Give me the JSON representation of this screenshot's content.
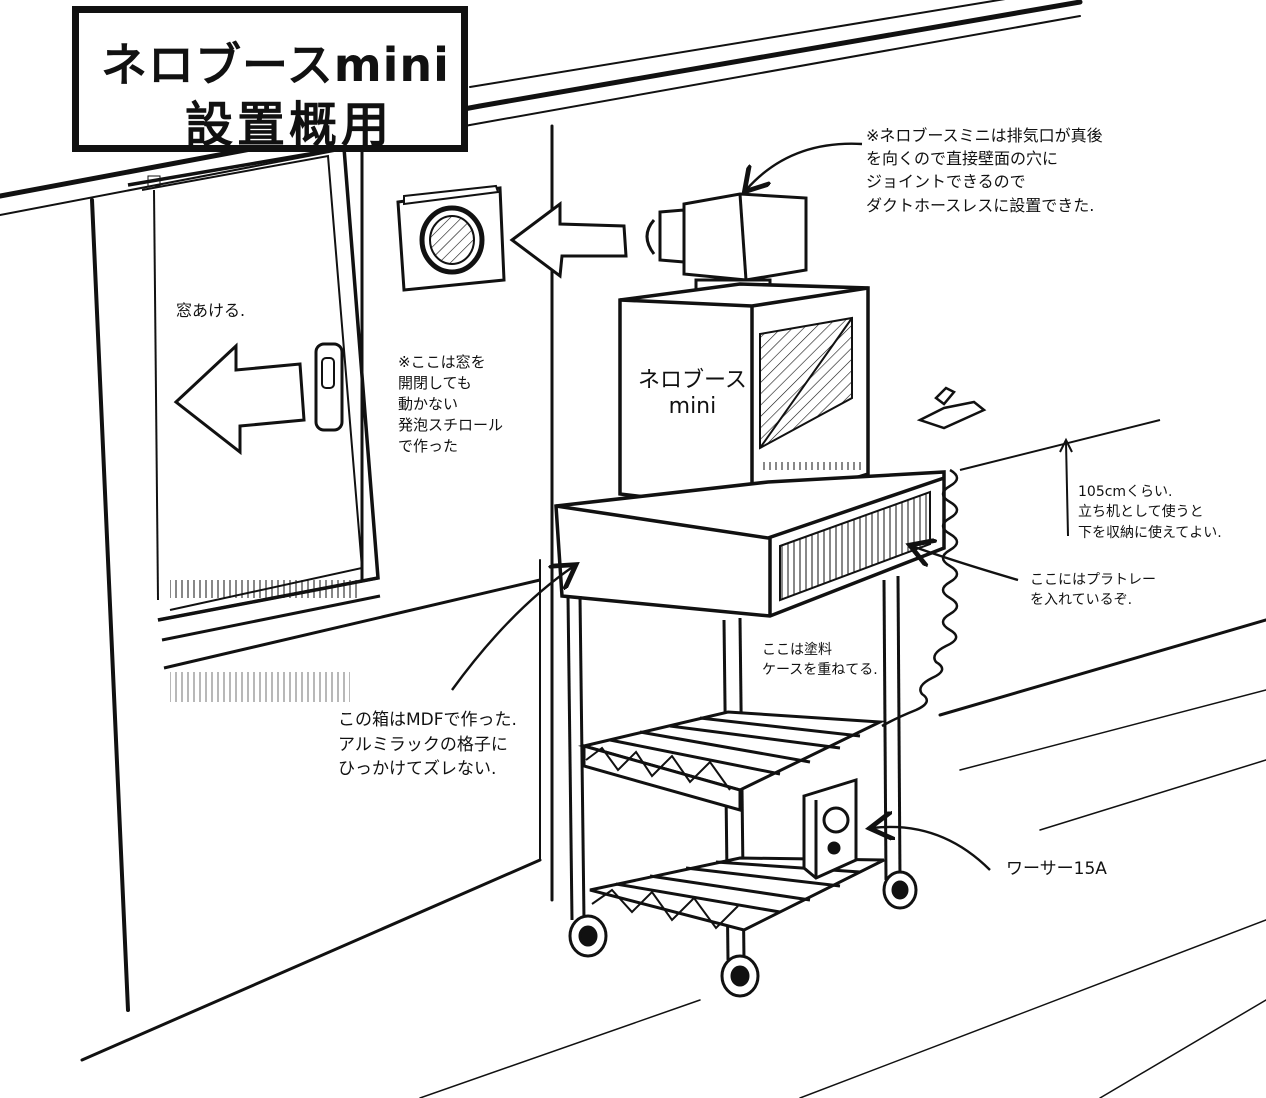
{
  "title": {
    "line1": "ネロブースmini",
    "line2": "設置概用"
  },
  "labels": {
    "booth_front": "ネロブース\nmini",
    "window_open": "窓あける.",
    "exhaust_note": "※ネロブースミニは排気口が真後\nを向くので直接壁面の穴に\nジョイントできるので\nダクトホースレスに設置できた.",
    "wall_note": "※ここは窓を\n開閉しても\n動かない\n発泡スチロール\nで作った",
    "height_note": "105cmくらい.\n立ち机として使うと\n下を収納に使えてよい.",
    "tray_note": "ここにはプラトレー\nを入れているぞ.",
    "paint_note": "ここは塗料\nケースを重ねてる.",
    "box_note": "この箱はMDFで作った.\nアルミラックの格子に\nひっかけてズレない.",
    "compressor": "ワーサー15A"
  },
  "colors": {
    "ink": "#111111",
    "paper": "#ffffff",
    "tone": "#8a8a8a"
  }
}
